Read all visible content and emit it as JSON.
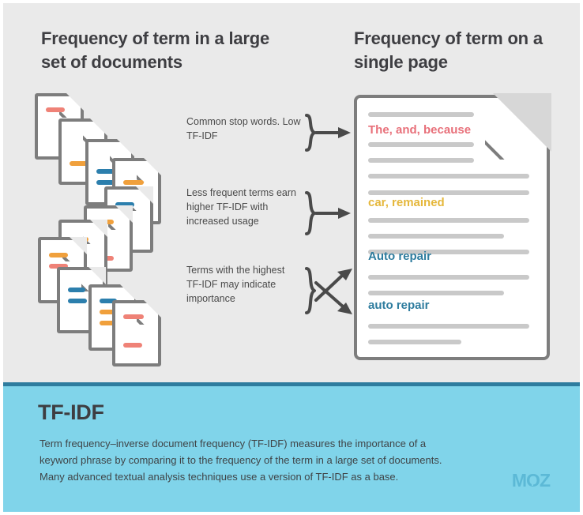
{
  "headings": {
    "left": "Frequency of term in a large set of documents",
    "right": "Frequency of term on a single page"
  },
  "annotations": [
    {
      "text": "Common stop words. Low TF-IDF",
      "glyph": "brace-arrow-right-icon"
    },
    {
      "text": "Less frequent terms earn higher TF-IDF with increased usage",
      "glyph": "brace-arrow-right-icon"
    },
    {
      "text": "Terms with the highest TF-IDF may indicate importance",
      "glyph": "brace-two-arrows-icon"
    }
  ],
  "page": {
    "fold_icon": "page-fold-corner-icon",
    "terms": [
      {
        "text": "The, and, because",
        "color": "#e8707a"
      },
      {
        "text": "car, remained",
        "color": "#e5b73b"
      },
      {
        "text": "Auto repair",
        "color": "#2e7c9e"
      },
      {
        "text": "auto repair",
        "color": "#2e7c9e"
      }
    ]
  },
  "doc_stack": {
    "label": "cascading-document-icons",
    "bar_colors": {
      "red": "#ef8277",
      "orange": "#f0a03c",
      "blue": "#2c7fad"
    }
  },
  "footer": {
    "title": "TF-IDF",
    "body": "Term frequency–inverse document frequency (TF-IDF) measures the importance of a keyword phrase by comparing it to the frequency of the term in a large set of documents. Many advanced textual analysis techniques use a version of TF-IDF as a base.",
    "logo": "MOZ",
    "logo_parts": {
      "m": "M",
      "o": "O",
      "z": "Z"
    }
  },
  "colors": {
    "background": "#eaeaea",
    "panel": "#80d4ea",
    "divider": "#2e7c9e",
    "outline": "#7d7d7d",
    "text_dark": "#3e3e42",
    "rule": "#c9c9c9"
  }
}
